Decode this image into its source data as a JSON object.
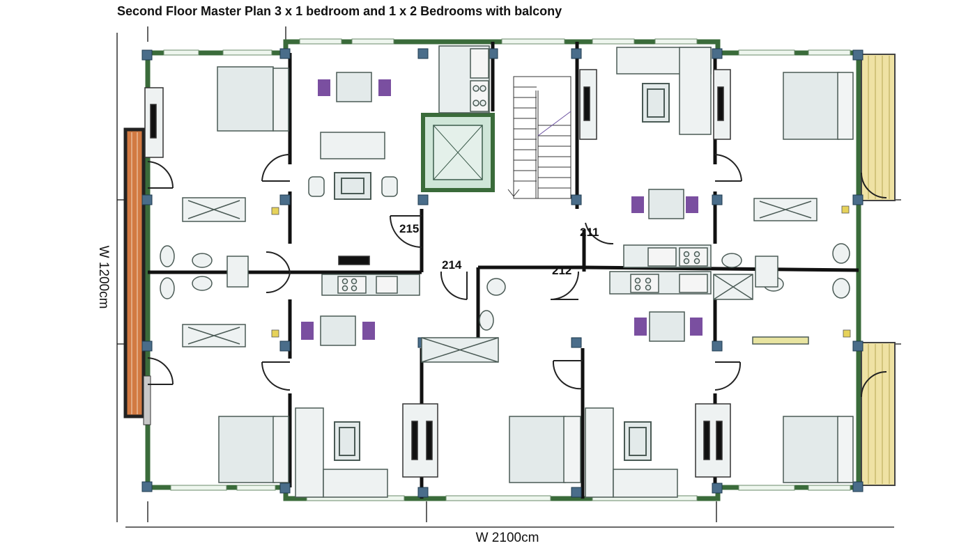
{
  "title": "Second Floor Master Plan 3 x 1 bedroom and 1 x 2 Bedrooms with balcony",
  "dimensions": {
    "width_label": "W 2100cm",
    "height_label": "W 1200cm"
  },
  "units": [
    {
      "number": "215"
    },
    {
      "number": "214"
    },
    {
      "number": "212"
    },
    {
      "number": "211"
    }
  ],
  "colors": {
    "wall": "#222222",
    "wall_frame": "#3a6b3a",
    "floor": "#ffffff",
    "furniture_fill": "#e8eeee",
    "furniture_stroke": "#4a5a55",
    "chair": "#7a4fa0",
    "balcony": "#e9d98a",
    "balcony_grid": "#9a8a3a",
    "brick": "#c9632a",
    "column": "#2a5a7a"
  }
}
